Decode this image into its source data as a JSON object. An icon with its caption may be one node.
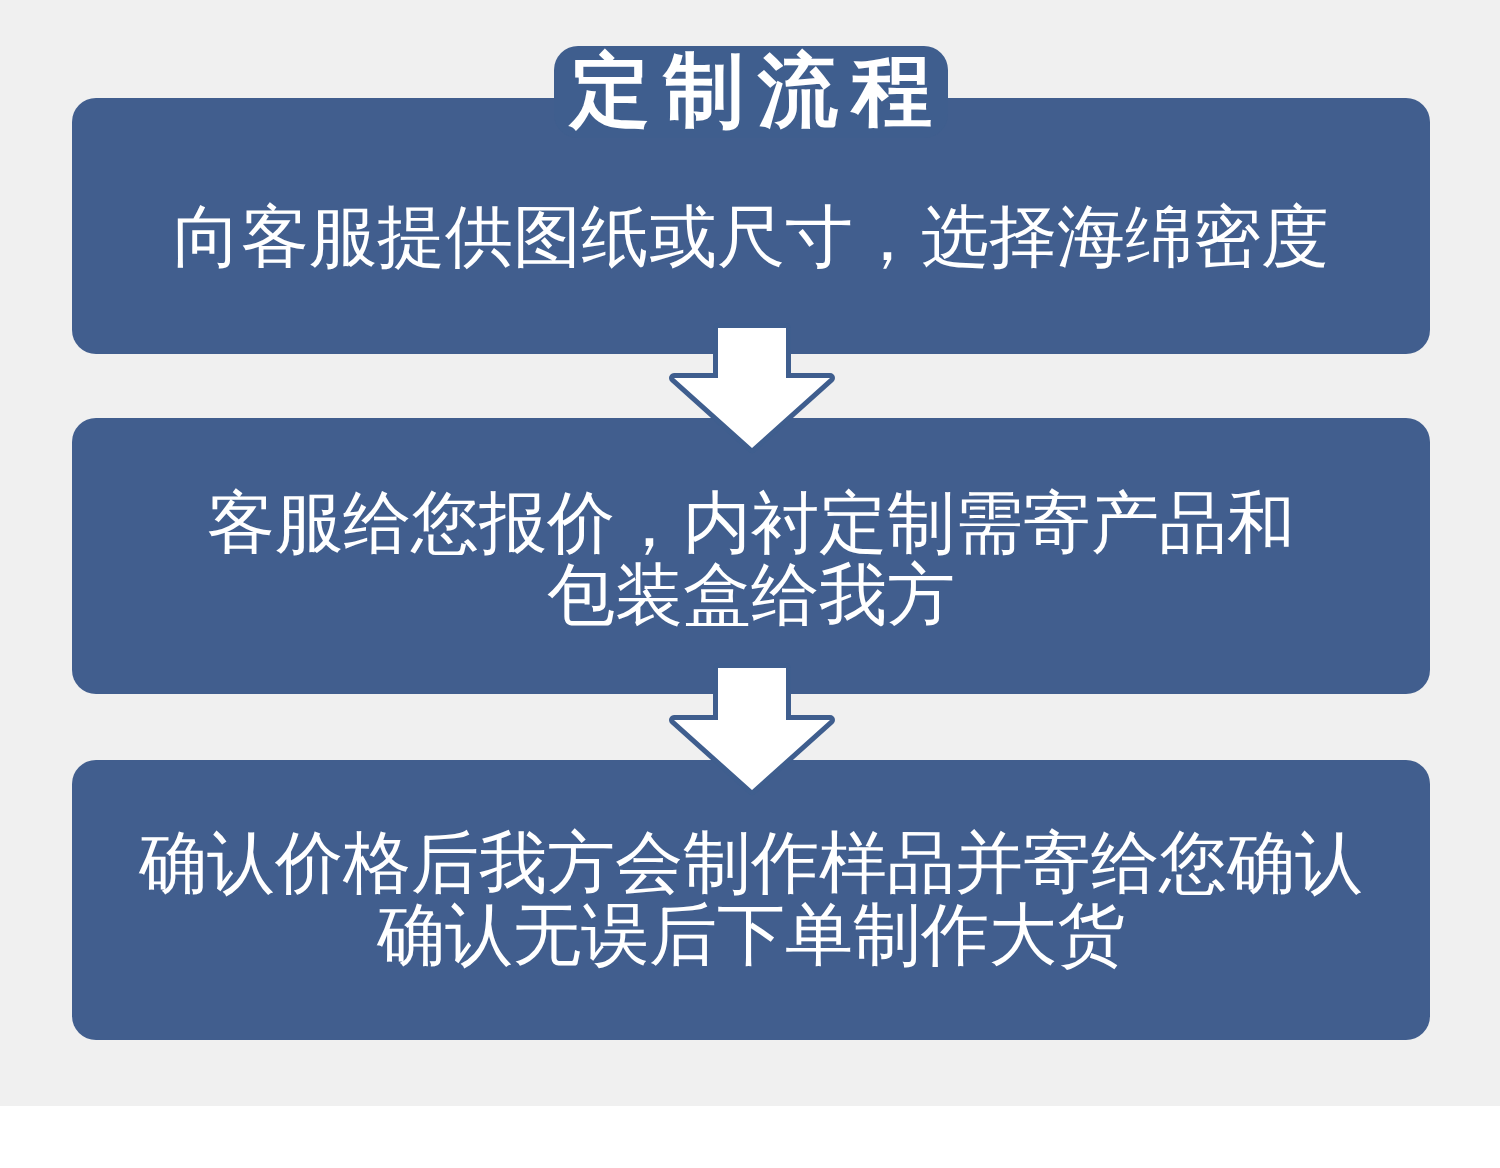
{
  "diagram": {
    "title": "定制流程",
    "nodes": [
      {
        "text": [
          "向客服提供图纸或尺寸，选择海绵密度"
        ]
      },
      {
        "text": [
          "客服给您报价，内衬定制需寄产品和包装盒给我方"
        ]
      },
      {
        "text": [
          "确认价格后我方会制作样品并寄给您确认确认无误后下单制作大货"
        ]
      }
    ],
    "edges": [
      {
        "from": 0,
        "to": 1,
        "arrow": "to"
      },
      {
        "from": 1,
        "to": 2,
        "arrow": "to"
      }
    ]
  }
}
